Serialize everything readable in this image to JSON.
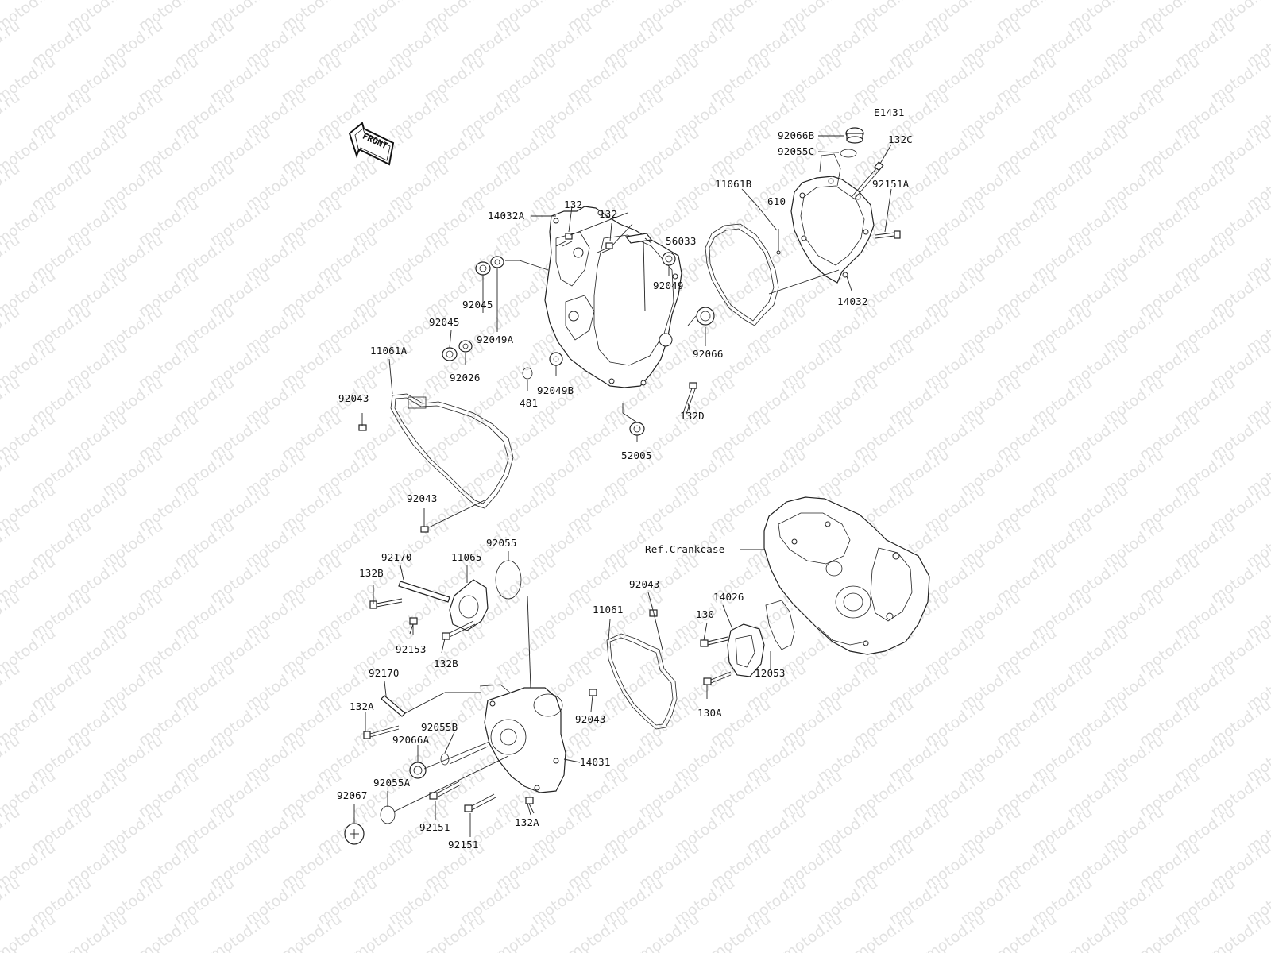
{
  "diagram_code": "E1431",
  "front_marker": "FRONT",
  "reference_label": "Ref.Crankcase",
  "watermark_text": "motod.ru",
  "part_labels": [
    "92066B",
    "92055C",
    "132C",
    "11061B",
    "610",
    "92151A",
    "14032",
    "132",
    "132",
    "56033",
    "14032A",
    "92049",
    "92045",
    "92045",
    "92066",
    "92049A",
    "92026",
    "481",
    "92049B",
    "132D",
    "11061A",
    "92043",
    "52005",
    "92043",
    "92055",
    "92170",
    "11065",
    "132B",
    "92153",
    "132B",
    "92043",
    "11061",
    "14026",
    "130",
    "12053",
    "92170",
    "132A",
    "130A",
    "92055B",
    "92066A",
    "14031",
    "92043",
    "92055A",
    "92067",
    "92151",
    "92151",
    "132A"
  ]
}
